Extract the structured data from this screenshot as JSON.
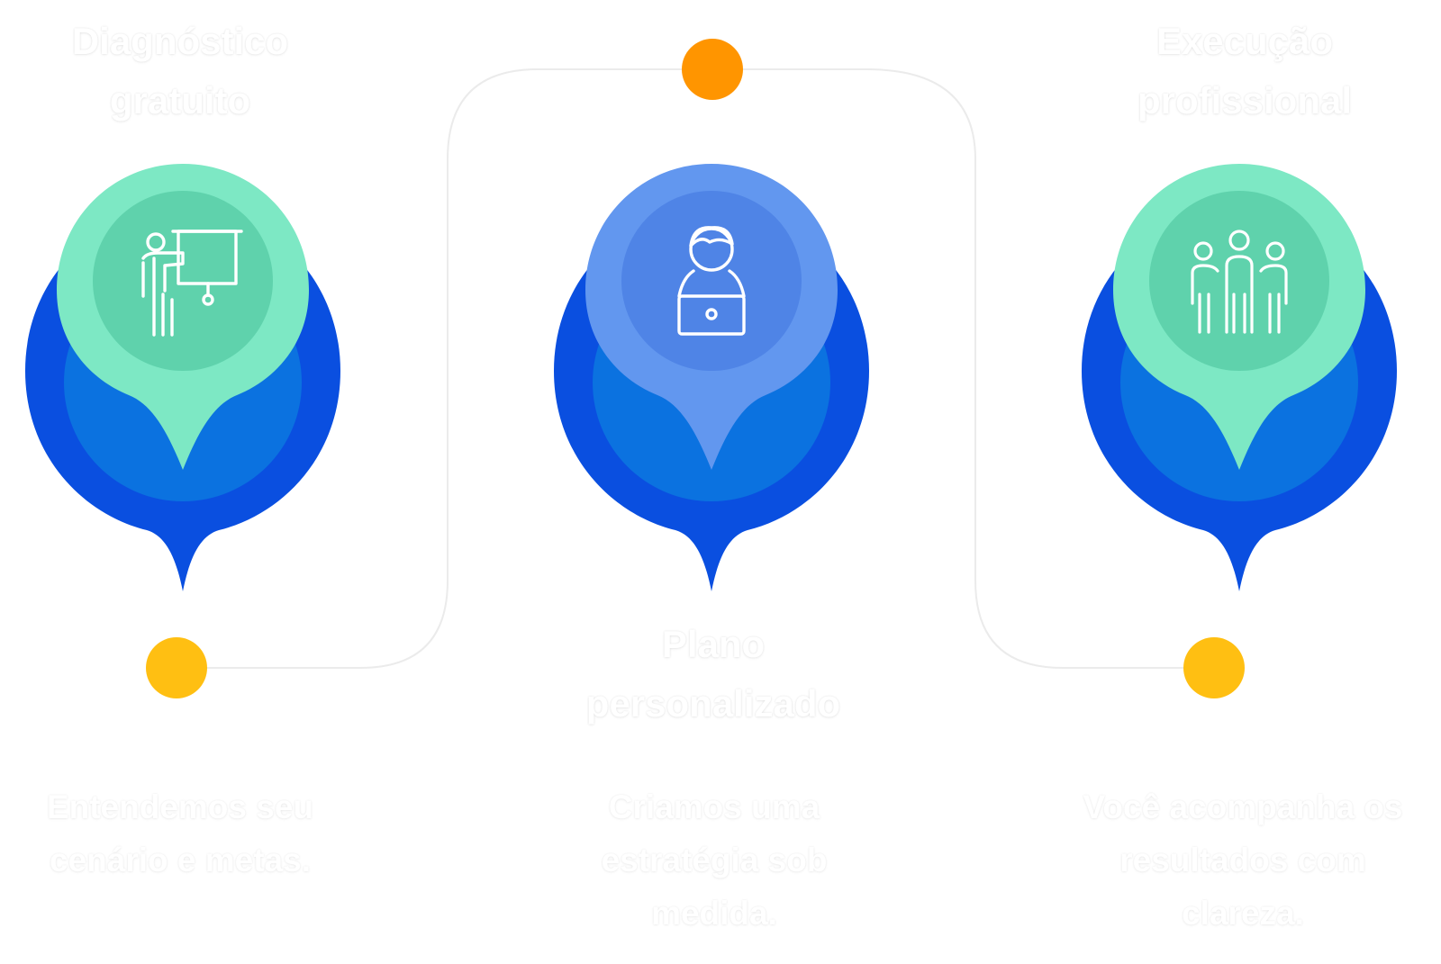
{
  "steps": [
    {
      "title_line1": "Diagnóstico",
      "title_line2": "gratuito",
      "desc_line1": "Entendemos seu",
      "desc_line2": "cenário e metas.",
      "desc_line3": "",
      "icon": "presentation-icon",
      "head_color": "#7de8c4",
      "head_inner_color": "#5fd2ac",
      "dot_color": "#ffbf12"
    },
    {
      "title_line1": "Plano",
      "title_line2": "personalizado",
      "desc_line1": "Criamos uma",
      "desc_line2": "estratégia sob",
      "desc_line3": "medida.",
      "icon": "laptop-user-icon",
      "head_color": "#6297ef",
      "head_inner_color": "#4f84e6",
      "dot_color": "#ff9500"
    },
    {
      "title_line1": "Execução",
      "title_line2": "profissional",
      "desc_line1": "Você acompanha os",
      "desc_line2": "resultados com",
      "desc_line3": "clareza.",
      "icon": "team-icon",
      "head_color": "#7de8c4",
      "head_inner_color": "#5fd2ac",
      "dot_color": "#ffbf12"
    }
  ],
  "colors": {
    "outer_blue": "#0a4fe0",
    "inner_blue": "#0b72e0",
    "connector_line": "#ebebeb"
  }
}
